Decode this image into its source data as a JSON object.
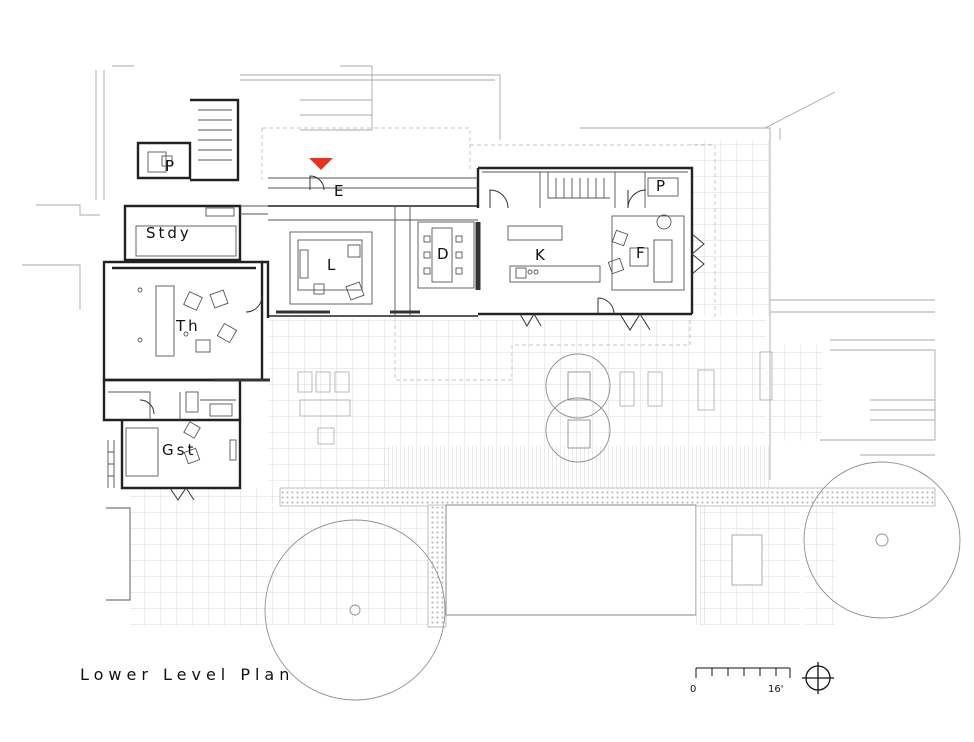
{
  "title": "Lower Level Plan",
  "rooms": {
    "entry": "E",
    "powder_west": "P",
    "powder_east": "P",
    "study": "Stdy",
    "theater": "Th",
    "guest": "Gst",
    "living": "L",
    "dining": "D",
    "kitchen": "K",
    "family": "F"
  },
  "scale_bar": {
    "start": "0",
    "end": "16'"
  },
  "colors": {
    "entry_marker": "#e8341c",
    "wall": "#222222",
    "line": "#9a9a9a"
  },
  "icons": [
    "north-arrow-icon",
    "entry-marker-icon"
  ]
}
